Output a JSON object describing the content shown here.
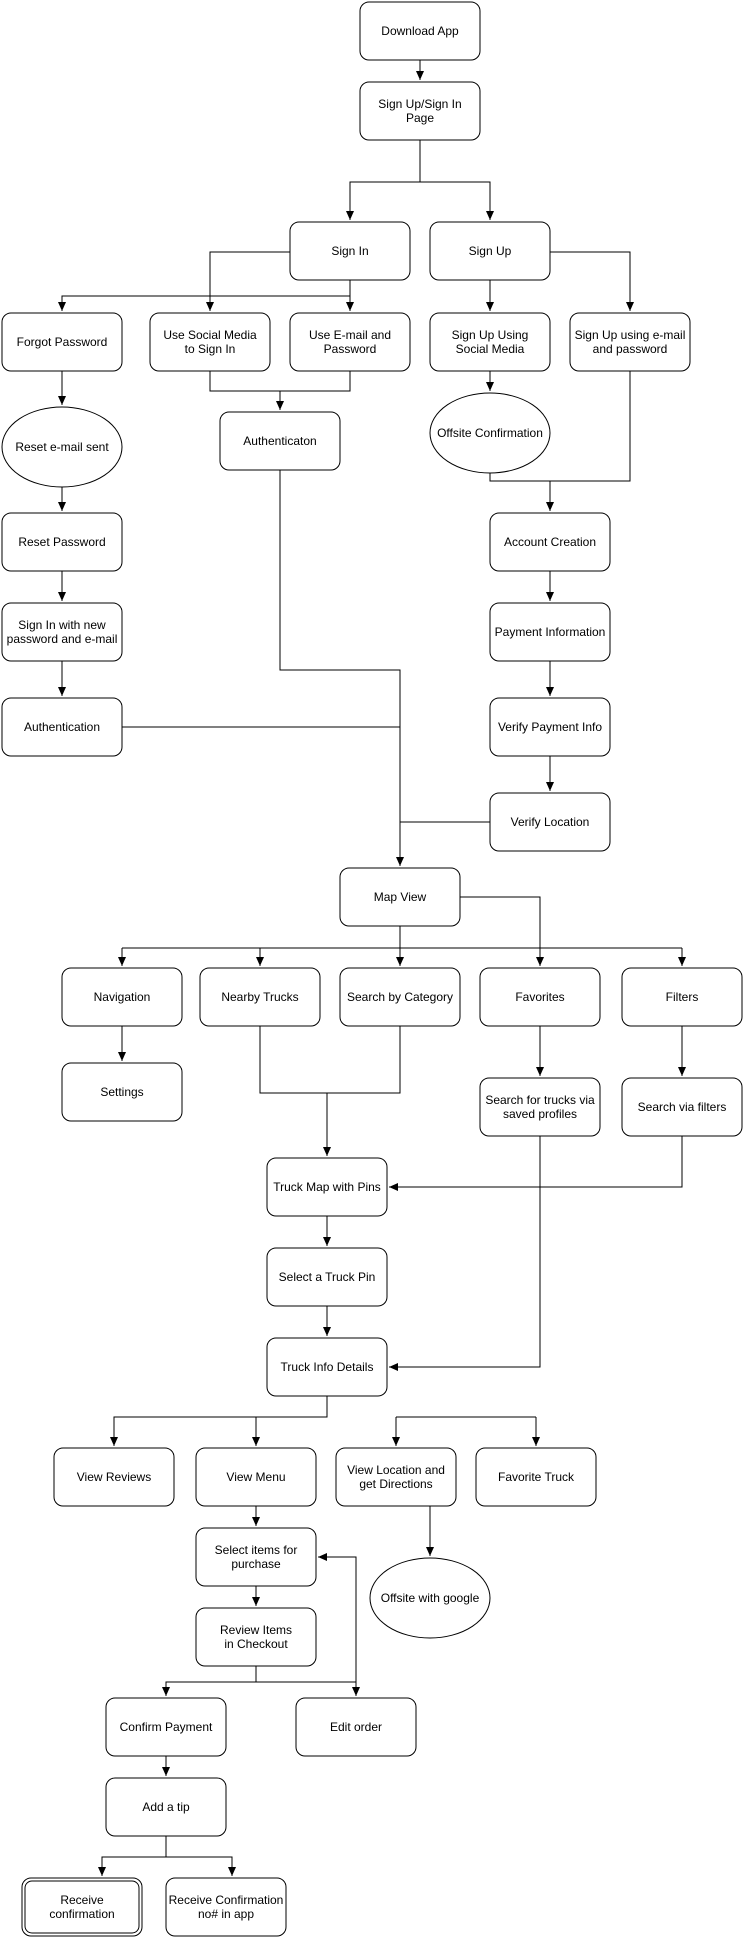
{
  "nodes": [
    {
      "id": "download",
      "lines": [
        "Download App"
      ]
    },
    {
      "id": "signup_signin",
      "lines": [
        "Sign Up/Sign In",
        "Page"
      ]
    },
    {
      "id": "signin",
      "lines": [
        "Sign In"
      ]
    },
    {
      "id": "signup",
      "lines": [
        "Sign Up"
      ]
    },
    {
      "id": "forgot",
      "lines": [
        "Forgot Password"
      ]
    },
    {
      "id": "social_signin",
      "lines": [
        "Use Social Media",
        "to Sign In"
      ]
    },
    {
      "id": "email_pw",
      "lines": [
        "Use E-mail and",
        "Password"
      ]
    },
    {
      "id": "signup_social",
      "lines": [
        "Sign Up Using",
        "Social Media"
      ]
    },
    {
      "id": "signup_email",
      "lines": [
        "Sign Up using e-mail",
        "and password"
      ]
    },
    {
      "id": "reset_sent",
      "lines": [
        "Reset e-mail sent"
      ]
    },
    {
      "id": "authenticaton",
      "lines": [
        "Authenticaton"
      ]
    },
    {
      "id": "offsite_conf",
      "lines": [
        "Offsite Confirmation"
      ]
    },
    {
      "id": "reset_pw",
      "lines": [
        "Reset Password"
      ]
    },
    {
      "id": "account_creation",
      "lines": [
        "Account Creation"
      ]
    },
    {
      "id": "signin_new",
      "lines": [
        "Sign In with new",
        "password and e-mail"
      ]
    },
    {
      "id": "payment_info",
      "lines": [
        "Payment Information"
      ]
    },
    {
      "id": "authentication",
      "lines": [
        "Authentication"
      ]
    },
    {
      "id": "verify_payment",
      "lines": [
        "Verify Payment Info"
      ]
    },
    {
      "id": "verify_location",
      "lines": [
        "Verify Location"
      ]
    },
    {
      "id": "map_view",
      "lines": [
        "Map View"
      ]
    },
    {
      "id": "navigation",
      "lines": [
        "Navigation"
      ]
    },
    {
      "id": "nearby",
      "lines": [
        "Nearby Trucks"
      ]
    },
    {
      "id": "search_category",
      "lines": [
        "Search by Category"
      ]
    },
    {
      "id": "favorites",
      "lines": [
        "Favorites"
      ]
    },
    {
      "id": "filters",
      "lines": [
        "Filters"
      ]
    },
    {
      "id": "settings",
      "lines": [
        "Settings"
      ]
    },
    {
      "id": "search_saved",
      "lines": [
        "Search for trucks via",
        "saved profiles"
      ]
    },
    {
      "id": "search_filters",
      "lines": [
        "Search via filters"
      ]
    },
    {
      "id": "truck_map",
      "lines": [
        "Truck Map with Pins"
      ]
    },
    {
      "id": "select_pin",
      "lines": [
        "Select a Truck Pin"
      ]
    },
    {
      "id": "truck_info",
      "lines": [
        "Truck Info Details"
      ]
    },
    {
      "id": "view_reviews",
      "lines": [
        "View Reviews"
      ]
    },
    {
      "id": "view_menu",
      "lines": [
        "View Menu"
      ]
    },
    {
      "id": "view_location",
      "lines": [
        "View Location and",
        "get Directions"
      ]
    },
    {
      "id": "favorite_truck",
      "lines": [
        "Favorite Truck"
      ]
    },
    {
      "id": "select_items",
      "lines": [
        "Select items for",
        "purchase"
      ]
    },
    {
      "id": "offsite_google",
      "lines": [
        "Offsite with google"
      ]
    },
    {
      "id": "review_items",
      "lines": [
        "Review Items",
        "in Checkout"
      ]
    },
    {
      "id": "confirm_payment",
      "lines": [
        "Confirm Payment"
      ]
    },
    {
      "id": "edit_order",
      "lines": [
        "Edit order"
      ]
    },
    {
      "id": "add_tip",
      "lines": [
        "Add a tip"
      ]
    },
    {
      "id": "receive_conf",
      "lines": [
        "Receive",
        "confirmation"
      ]
    },
    {
      "id": "receive_conf_no",
      "lines": [
        "Receive Confirmation",
        "no# in app"
      ]
    }
  ]
}
